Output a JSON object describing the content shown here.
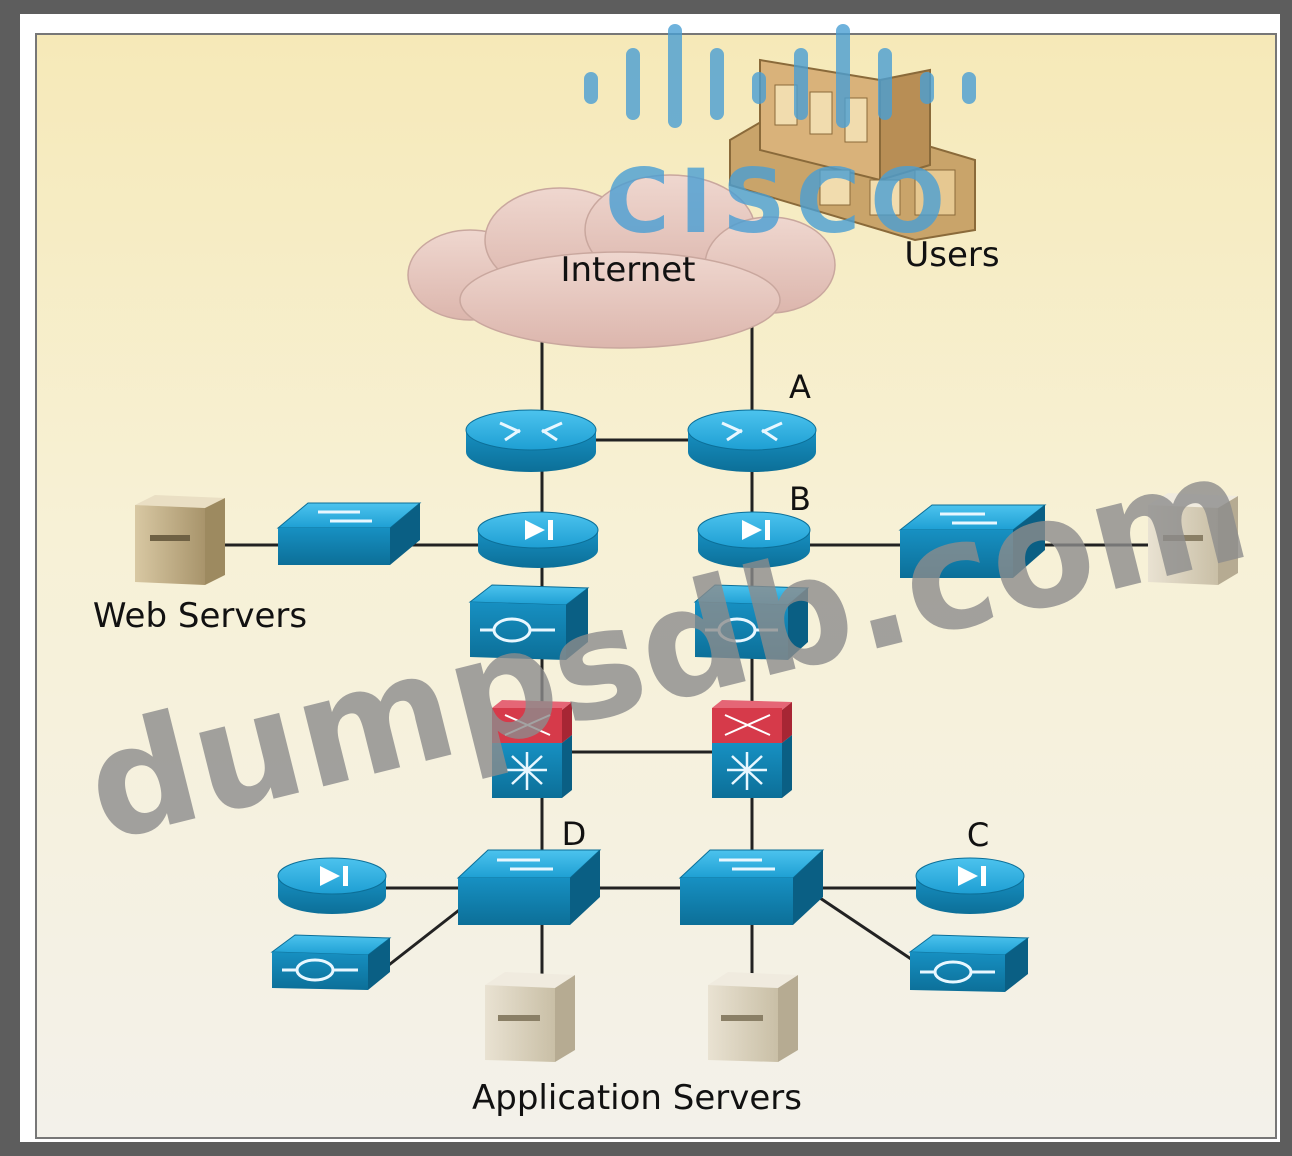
{
  "labels": {
    "internet": "Internet",
    "users": "Users",
    "web_servers": "Web Servers",
    "application_servers": "Application Servers",
    "point_a": "A",
    "point_b": "B",
    "point_c": "C",
    "point_d": "D"
  },
  "watermarks": {
    "brand": "CISCO",
    "site": "dumpsdb.com"
  },
  "colors": {
    "device_blue": "#1e9fd3",
    "device_dark": "#0c6f98",
    "firewall_red": "#d63a4a",
    "cloud": "#e6c6bf",
    "background": "#f7f1d2",
    "link": "#222222"
  },
  "icons": {
    "router": "router-icon",
    "switch": "switch-icon",
    "load_balancer": "load-balancer-icon",
    "ids_appliance": "ids-appliance-icon",
    "firewall": "firewall-multilayer-switch-icon",
    "server": "server-icon",
    "cloud": "cloud-icon",
    "users": "users-building-icon"
  }
}
